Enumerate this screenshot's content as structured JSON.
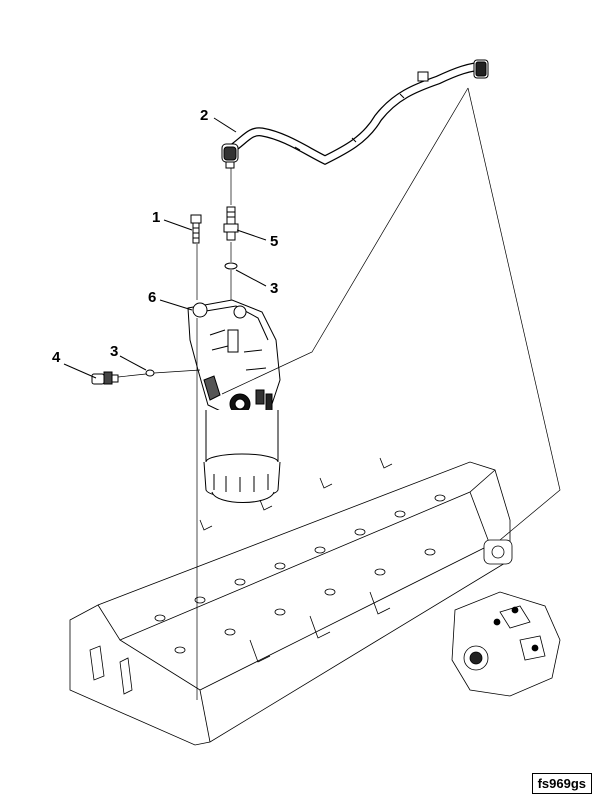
{
  "figure": {
    "callouts": [
      {
        "id": "c1",
        "label": "1"
      },
      {
        "id": "c2",
        "label": "2"
      },
      {
        "id": "c3a",
        "label": "3"
      },
      {
        "id": "c3b",
        "label": "3"
      },
      {
        "id": "c4",
        "label": "4"
      },
      {
        "id": "c5",
        "label": "5"
      },
      {
        "id": "c6",
        "label": "6"
      }
    ],
    "reference_code": "fs969gs"
  }
}
